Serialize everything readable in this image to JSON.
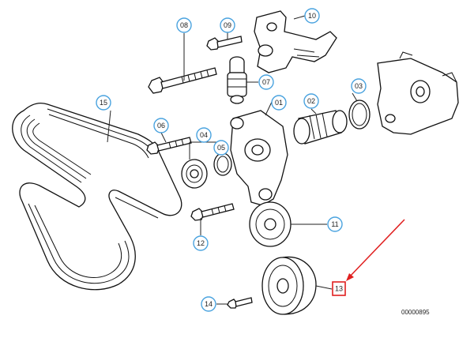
{
  "callouts": {
    "c01": "01",
    "c02": "02",
    "c03": "03",
    "c04": "04",
    "c05": "05",
    "c06": "06",
    "c07": "07",
    "c08": "08",
    "c09": "09",
    "c10": "10",
    "c11": "11",
    "c12": "12",
    "c13": "13",
    "c14": "14",
    "c15": "15"
  },
  "drawing_code": "00000895",
  "colors": {
    "callout_ring": "#4aa3df",
    "highlight": "#e02020"
  }
}
